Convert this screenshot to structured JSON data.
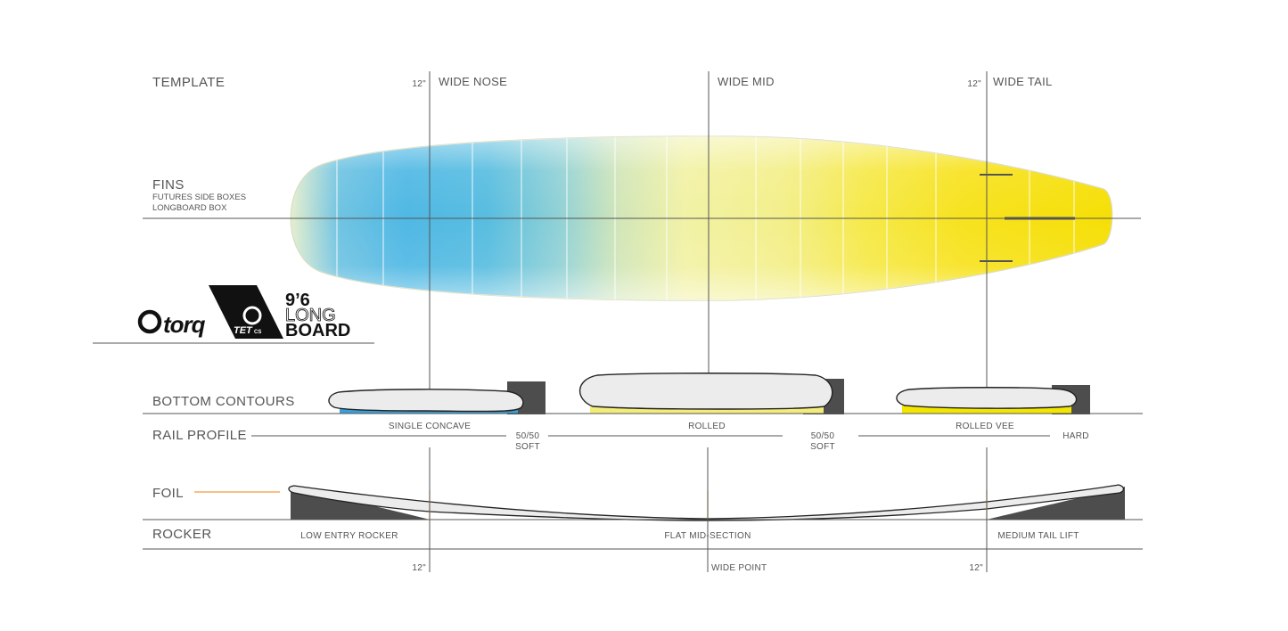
{
  "sections": {
    "template": "TEMPLATE",
    "fins": "FINS",
    "fins_sub1": "FUTURES SIDE BOXES",
    "fins_sub2": "LONGBOARD BOX",
    "bottom_contours": "BOTTOM  CONTOURS",
    "rail_profile": "RAIL PROFILE",
    "foil": "FOIL",
    "rocker": "ROCKER"
  },
  "top_markers": {
    "nose_inch": "12\"",
    "nose_label": "WIDE NOSE",
    "mid_label": "WIDE MID",
    "tail_inch": "12\"",
    "tail_label": "WIDE TAIL"
  },
  "bottom_contours": {
    "nose": "SINGLE CONCAVE",
    "mid": "ROLLED",
    "tail": "ROLLED VEE"
  },
  "rail_profile": {
    "nose_mid_1": "50/50",
    "nose_mid_2": "SOFT",
    "mid_tail_1": "50/50",
    "mid_tail_2": "SOFT",
    "tail": "HARD"
  },
  "rocker": {
    "nose": "LOW ENTRY ROCKER",
    "mid": "FLAT MID-SECTION",
    "tail": "MEDIUM TAIL LIFT"
  },
  "bottom_markers": {
    "nose_inch": "12\"",
    "mid_label": "WIDE POINT",
    "tail_inch": "12\""
  },
  "brand": {
    "logo_text": "torq",
    "tet_text": "TET",
    "tet_sub": "CS",
    "model_size": "9’6",
    "model_line1": "LONG",
    "model_line2": "BOARD"
  },
  "colors": {
    "blue": "#4fb8e4",
    "yellow": "#f5e200",
    "grey_block": "#4d4d4d",
    "accent_orange": "#f39a3c",
    "line": "#555555"
  }
}
